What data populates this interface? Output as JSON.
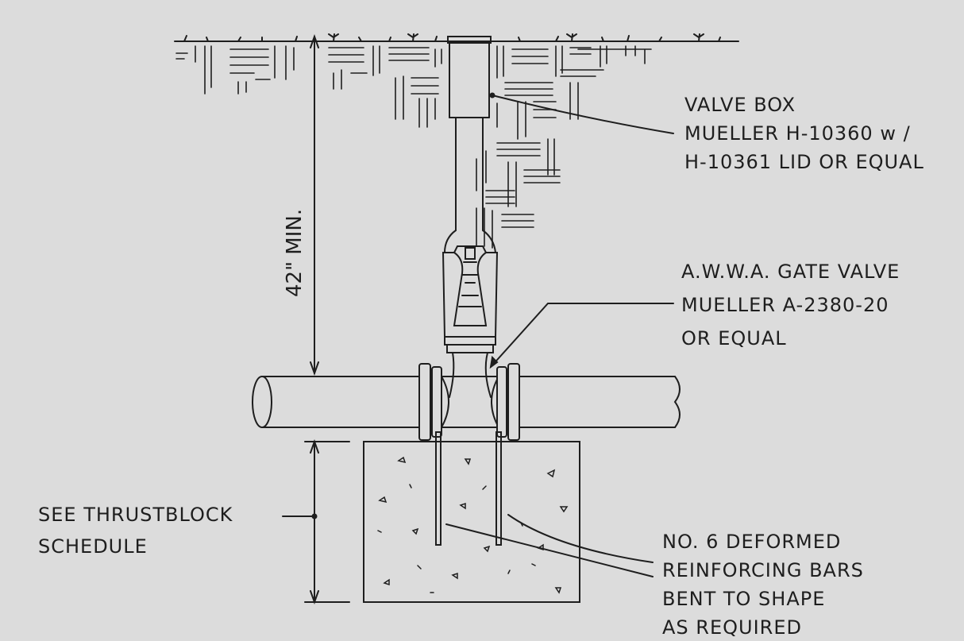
{
  "labels": {
    "valve_box": [
      "VALVE BOX",
      "MUELLER H-10360 w /",
      "H-10361 LID OR EQUAL"
    ],
    "gate_valve": [
      "A.W.W.A. GATE VALVE",
      "MUELLER A-2380-20",
      "OR EQUAL"
    ],
    "thrustblock": [
      "SEE THRUSTBLOCK",
      "SCHEDULE"
    ],
    "rebar": [
      "NO. 6 DEFORMED",
      "REINFORCING BARS",
      "BENT TO SHAPE",
      "AS REQUIRED"
    ]
  },
  "dimension": {
    "cover_depth": "42\" MIN."
  },
  "colors": {
    "paper": "#dcdcdc",
    "ink": "#1e1e1e"
  }
}
